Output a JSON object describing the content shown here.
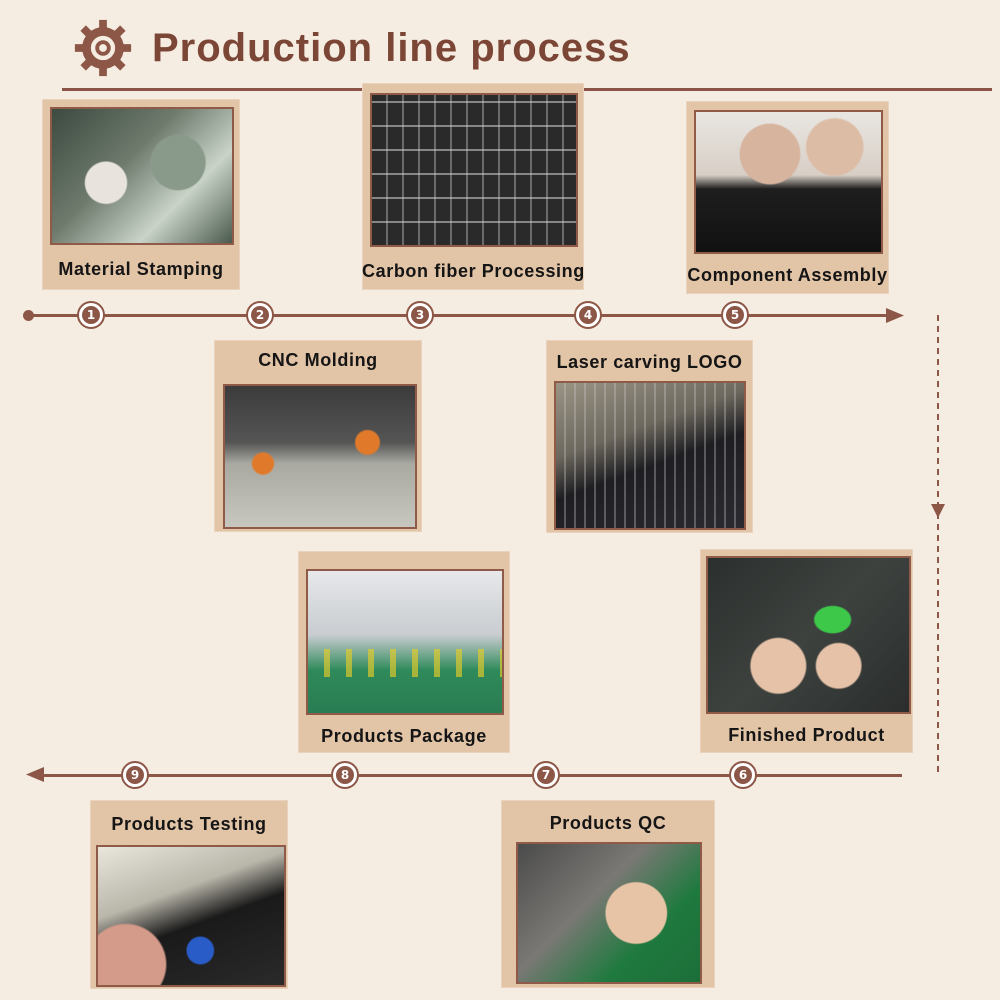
{
  "header": {
    "title": "Production line process",
    "icon": "gear-icon"
  },
  "colors": {
    "accent": "#8d5748",
    "card": "#e2c4a7",
    "background": "#f6ede2"
  },
  "steps": [
    {
      "number": "1",
      "label": "Material Stamping"
    },
    {
      "number": "2",
      "label": "CNC Molding"
    },
    {
      "number": "3",
      "label": "Carbon fiber Processing"
    },
    {
      "number": "4",
      "label": "Laser carving LOGO"
    },
    {
      "number": "5",
      "label": "Component Assembly"
    },
    {
      "number": "6",
      "label": "Finished Product"
    },
    {
      "number": "7",
      "label": "Products QC"
    },
    {
      "number": "8",
      "label": "Products Package"
    },
    {
      "number": "9",
      "label": "Products Testing"
    }
  ]
}
